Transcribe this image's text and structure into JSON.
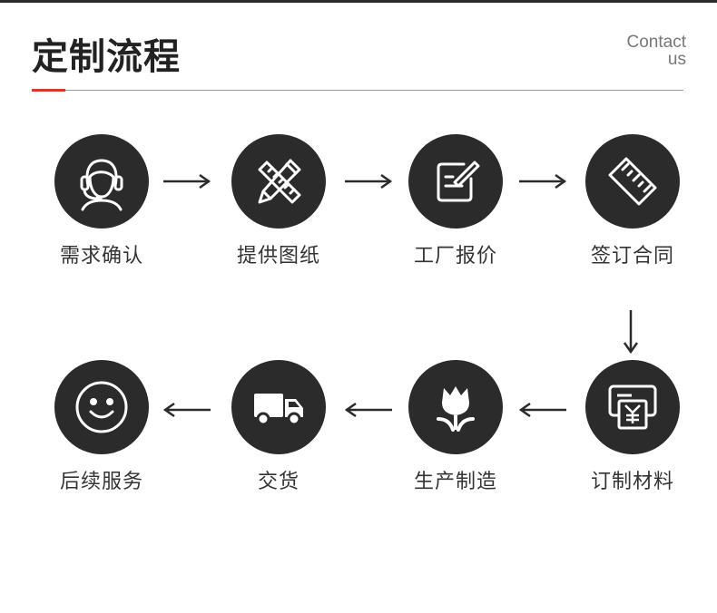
{
  "header": {
    "title": "定制流程",
    "contact_line1": "Contact",
    "contact_line2": "us",
    "accent_color": "#d9382f"
  },
  "steps_row1": [
    {
      "label": "需求确认",
      "icon": "headset-agent-icon"
    },
    {
      "label": "提供图纸",
      "icon": "pencil-ruler-icon"
    },
    {
      "label": "工厂报价",
      "icon": "edit-document-icon"
    },
    {
      "label": "签订合同",
      "icon": "ruler-icon"
    }
  ],
  "steps_row2": [
    {
      "label": "后续服务",
      "icon": "smiley-icon"
    },
    {
      "label": "交货",
      "icon": "delivery-truck-icon"
    },
    {
      "label": "生产制造",
      "icon": "tulip-icon"
    },
    {
      "label": "订制材料",
      "icon": "payment-receipt-icon"
    }
  ]
}
